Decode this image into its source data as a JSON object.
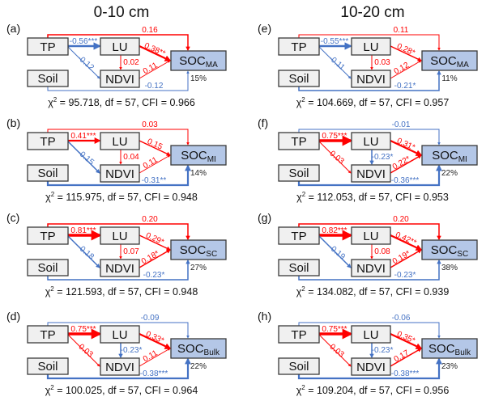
{
  "figure": {
    "columns": [
      {
        "title": "0-10 cm"
      },
      {
        "title": "10-20 cm"
      }
    ],
    "colors": {
      "positive": "#ff0000",
      "negative": "#4472c4",
      "outcome_fill": "#b4c7e7",
      "node_fill": "#f0f0f0"
    },
    "nodes": {
      "tp": "TP",
      "lu": "LU",
      "soil": "Soil",
      "ndvi": "NDVI",
      "soc_base": "SOC"
    },
    "panels": [
      {
        "label": "(a)",
        "column": 0,
        "row": 0,
        "outcome_sub": "MA",
        "r2": "15%",
        "paths": {
          "tp_lu": "-0.56***",
          "tp_ndvi": "-0.12",
          "tp_soc": "0.16",
          "lu_ndvi": "0.02",
          "lu_soc": "0.38**",
          "ndvi_soc": "0.11",
          "soil_soc": "-0.12"
        },
        "fit": {
          "chi2": "95.718",
          "df": "57",
          "cfi": "0.966"
        }
      },
      {
        "label": "(b)",
        "column": 0,
        "row": 1,
        "outcome_sub": "MI",
        "r2": "14%",
        "paths": {
          "tp_lu": "0.41***",
          "tp_ndvi": "-0.15",
          "tp_soc": "0.03",
          "lu_ndvi": "0.04",
          "lu_soc": "0.15",
          "ndvi_soc": "0.11",
          "soil_soc": "-0.31**"
        },
        "fit": {
          "chi2": "115.975",
          "df": "57",
          "cfi": "0.948"
        }
      },
      {
        "label": "(c)",
        "column": 0,
        "row": 2,
        "outcome_sub": "SC",
        "r2": "27%",
        "paths": {
          "tp_lu": "0.81***",
          "tp_ndvi": "-0.18",
          "tp_soc": "0.20",
          "lu_ndvi": "0.07",
          "lu_soc": "0.29*",
          "ndvi_soc": "0.18*",
          "soil_soc": "-0.23*"
        },
        "fit": {
          "chi2": "121.593",
          "df": "57",
          "cfi": "0.948"
        }
      },
      {
        "label": "(d)",
        "column": 0,
        "row": 3,
        "outcome_sub": "Bulk",
        "r2": "22%",
        "paths": {
          "tp_lu": "0.75***",
          "tp_ndvi": "0.03",
          "tp_soc": "-0.09",
          "lu_ndvi": "-0.23*",
          "lu_soc": "0.33*",
          "ndvi_soc": "0.11",
          "soil_soc": "-0.38***"
        },
        "fit": {
          "chi2": "100.025",
          "df": "57",
          "cfi": "0.964"
        }
      },
      {
        "label": "(e)",
        "column": 1,
        "row": 0,
        "outcome_sub": "MA",
        "r2": "11%",
        "paths": {
          "tp_lu": "-0.55***",
          "tp_ndvi": "-0.11",
          "tp_soc": "0.11",
          "lu_ndvi": "0.03",
          "lu_soc": "0.28*",
          "ndvi_soc": "0.12",
          "soil_soc": "-0.21*"
        },
        "fit": {
          "chi2": "104.669",
          "df": "57",
          "cfi": "0.957"
        }
      },
      {
        "label": "(f)",
        "column": 1,
        "row": 1,
        "outcome_sub": "MI",
        "r2": "22%",
        "paths": {
          "tp_lu": "0.75***",
          "tp_ndvi": "0.03",
          "tp_soc": "-0.01",
          "lu_ndvi": "-0.23*",
          "lu_soc": "0.31*",
          "ndvi_soc": "0.22*",
          "soil_soc": "-0.36***"
        },
        "fit": {
          "chi2": "112.053",
          "df": "57",
          "cfi": "0.953"
        }
      },
      {
        "label": "(g)",
        "column": 1,
        "row": 2,
        "outcome_sub": "SC",
        "r2": "38%",
        "paths": {
          "tp_lu": "0.82***",
          "tp_ndvi": "-0.19",
          "tp_soc": "0.20",
          "lu_ndvi": "0.08",
          "lu_soc": "0.42**",
          "ndvi_soc": "0.19*",
          "soil_soc": "-0.23*"
        },
        "fit": {
          "chi2": "134.082",
          "df": "57",
          "cfi": "0.939"
        }
      },
      {
        "label": "(h)",
        "column": 1,
        "row": 3,
        "outcome_sub": "Bulk",
        "r2": "23%",
        "paths": {
          "tp_lu": "0.75***",
          "tp_ndvi": "0.03",
          "tp_soc": "-0.06",
          "lu_ndvi": "-0.23*",
          "lu_soc": "0.35*",
          "ndvi_soc": "0.17",
          "soil_soc": "-0.38***"
        },
        "fit": {
          "chi2": "109.204",
          "df": "57",
          "cfi": "0.956"
        }
      }
    ],
    "fit_template": {
      "chi_symbol": "χ",
      "chi_sup": "2",
      "df_label": "df",
      "cfi_label": "CFI"
    }
  }
}
